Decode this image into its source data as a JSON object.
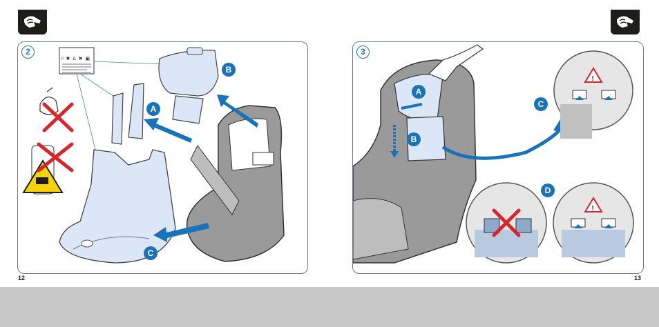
{
  "pages": {
    "left": {
      "step_number": "2",
      "page_number": "12",
      "callouts": {
        "a": "A",
        "b": "B",
        "c": "C"
      },
      "label_tag": "⌑ ✖ ∆ ✖ ▣"
    },
    "right": {
      "step_number": "3",
      "page_number": "13",
      "callouts": {
        "a": "A",
        "b": "B",
        "c": "C",
        "d": "D"
      }
    }
  },
  "colors": {
    "accent": "#1a73b8",
    "cover_fill": "#dbe6f7",
    "seat_gray": "#9a9a9a",
    "warning_yellow": "#f5d400",
    "cross_red": "#d7262b",
    "bottom_band": "#c8c8c8"
  },
  "icons": [
    "hand-wash-icon",
    "warning-triangle-icon",
    "bleach-warning-icon",
    "no-dryer-icon",
    "arrow-icon"
  ]
}
